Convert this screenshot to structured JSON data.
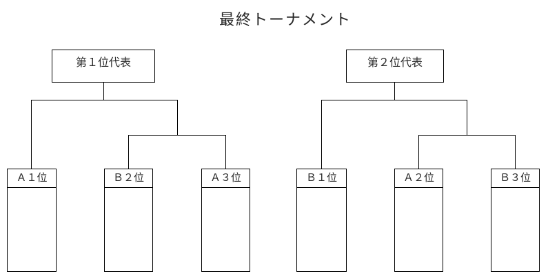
{
  "title": "最終トーナメント",
  "brackets": [
    {
      "name": "left-bracket",
      "seed_label": "第１位代表",
      "slots": [
        {
          "label": "Ａ１位"
        },
        {
          "label": "Ｂ２位"
        },
        {
          "label": "Ａ３位"
        }
      ]
    },
    {
      "name": "right-bracket",
      "seed_label": "第２位代表",
      "slots": [
        {
          "label": "Ｂ１位"
        },
        {
          "label": "Ａ２位"
        },
        {
          "label": "Ｂ３位"
        }
      ]
    }
  ],
  "colors": {
    "line": "#000000",
    "text": "#2b2b2b",
    "background": "#ffffff"
  }
}
